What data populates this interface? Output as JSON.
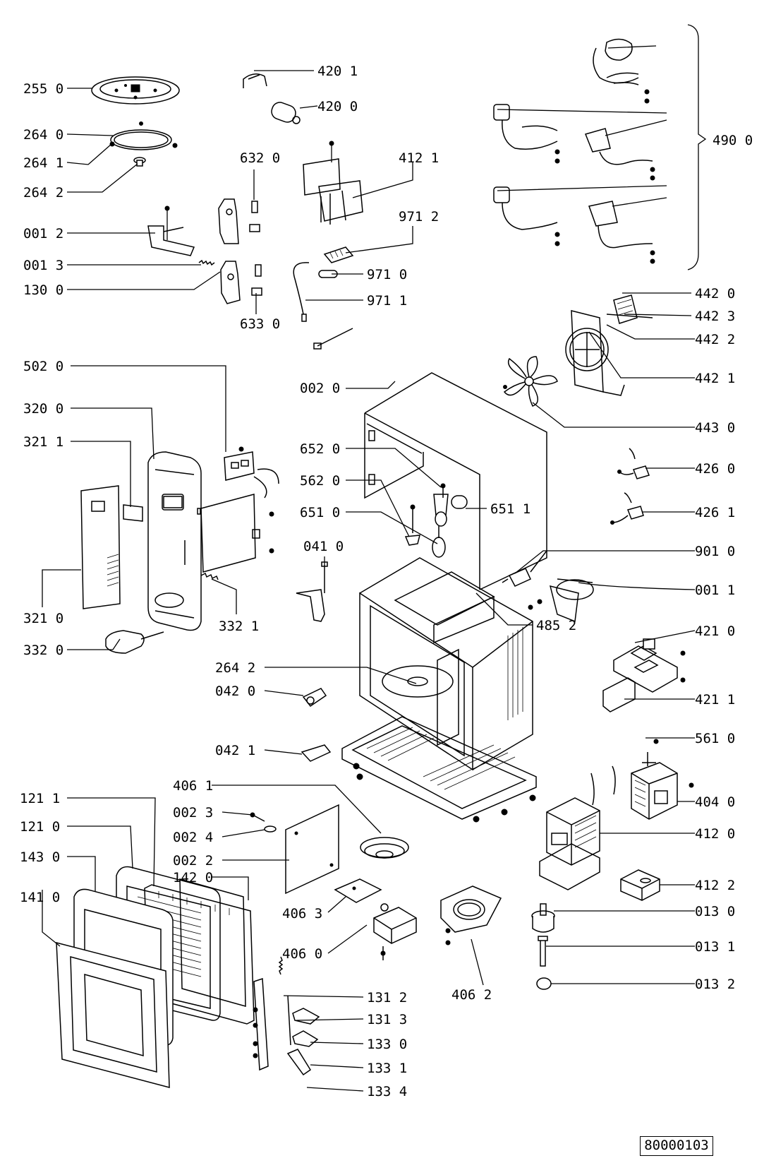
{
  "drawing_number": "80000103",
  "labels": [
    "255 0",
    "264 0",
    "264 1",
    "264 2",
    "001 2",
    "001 3",
    "130 0",
    "420 1",
    "420 0",
    "632 0",
    "633 0",
    "412 1",
    "971 2",
    "971 0",
    "971 1",
    "490 0",
    "442 0",
    "442 3",
    "442 2",
    "442 1",
    "443 0",
    "502 0",
    "320 0",
    "321 1",
    "321 0",
    "332 0",
    "332 1",
    "002 0",
    "652 0",
    "562 0",
    "651 0",
    "651 1",
    "041 0",
    "426 0",
    "426 1",
    "901 0",
    "001 1",
    "485 2",
    "421 0",
    "421 1",
    "264 2",
    "042 0",
    "042 1",
    "561 0",
    "404 0",
    "412 0",
    "412 2",
    "406 1",
    "002 3",
    "002 4",
    "002 2",
    "406 3",
    "406 0",
    "406 2",
    "013 0",
    "013 1",
    "013 2",
    "121 1",
    "121 0",
    "143 0",
    "141 0",
    "142 0",
    "131 2",
    "131 3",
    "133 0",
    "133 1",
    "133 4"
  ]
}
